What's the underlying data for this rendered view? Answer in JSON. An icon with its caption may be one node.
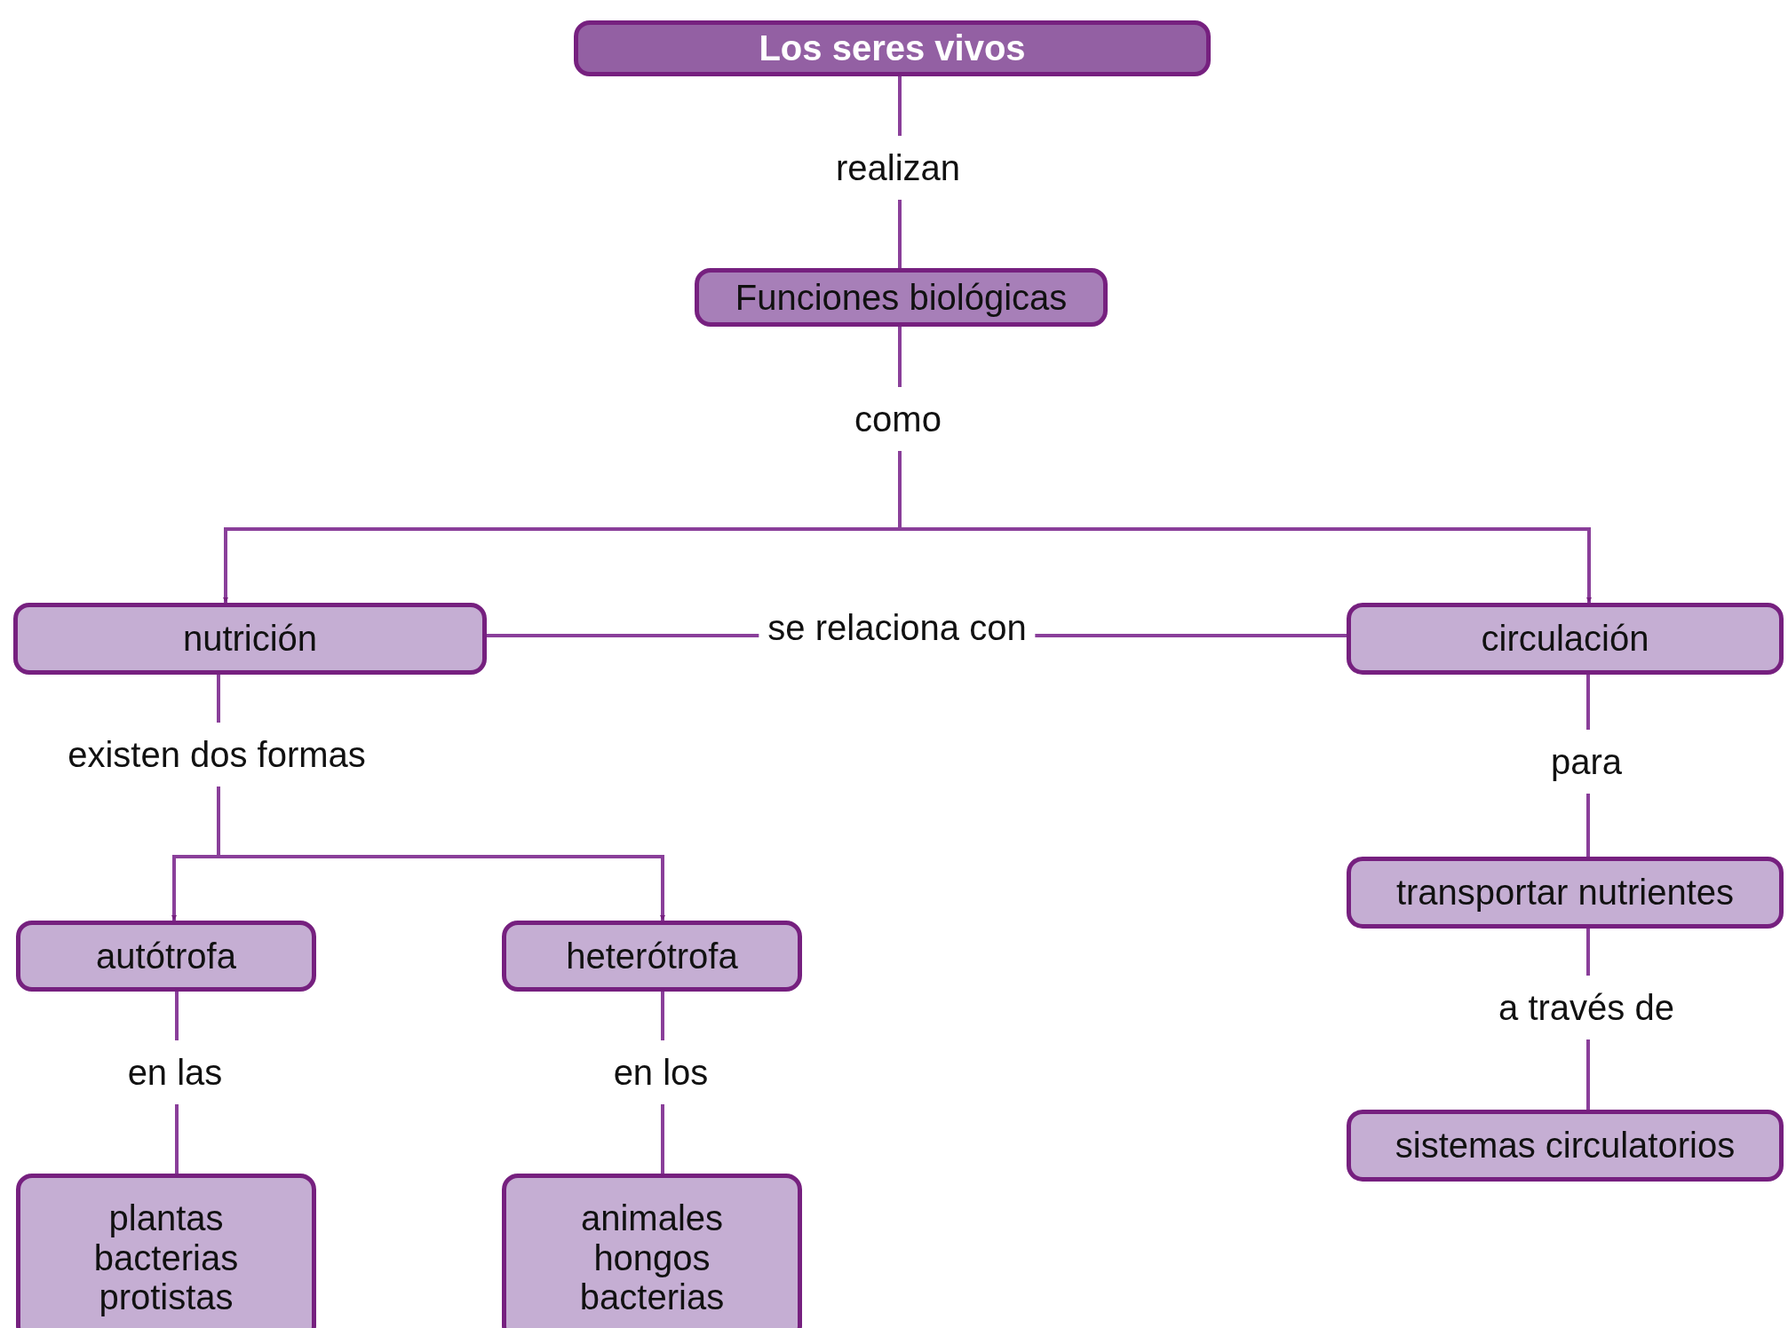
{
  "diagram": {
    "nodes": [
      {
        "text": [
          "Los seres vivos"
        ]
      },
      {
        "text": [
          "Funciones biológicas"
        ]
      },
      {
        "text": [
          "nutrición"
        ]
      },
      {
        "text": [
          "circulación"
        ]
      },
      {
        "text": [
          "autótrofa"
        ]
      },
      {
        "text": [
          "heterótrofa"
        ]
      },
      {
        "text": [
          "plantas bacterias protistas"
        ]
      },
      {
        "text": [
          "animales hongos bacterias"
        ]
      },
      {
        "text": [
          "transportar nutrientes"
        ]
      },
      {
        "text": [
          "sistemas circulatorios"
        ]
      }
    ],
    "edges": [
      {
        "from": 0,
        "to": 1,
        "arrow": "none",
        "label": "realizan"
      },
      {
        "from": 1,
        "to": 2,
        "arrow": "to",
        "label": "como"
      },
      {
        "from": 1,
        "to": 3,
        "arrow": "to"
      },
      {
        "from": 2,
        "to": 3,
        "arrow": "none",
        "label": "se relaciona con"
      },
      {
        "from": 2,
        "to": 4,
        "arrow": "to",
        "label": "existen dos formas"
      },
      {
        "from": 2,
        "to": 5,
        "arrow": "to"
      },
      {
        "from": 4,
        "to": 6,
        "arrow": "none",
        "label": "en las"
      },
      {
        "from": 5,
        "to": 7,
        "arrow": "none",
        "label": "en los"
      },
      {
        "from": 3,
        "to": 8,
        "arrow": "none",
        "label": "para"
      },
      {
        "from": 8,
        "to": 9,
        "arrow": "none",
        "label": "a través de"
      }
    ]
  }
}
